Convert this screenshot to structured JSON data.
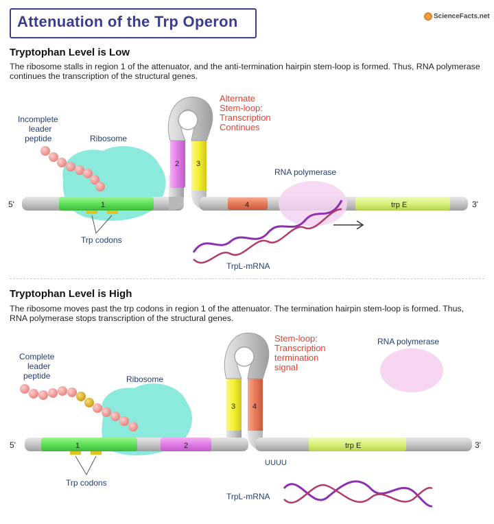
{
  "title": "Attenuation of the Trp Operon",
  "brand": "ScienceFacts.net",
  "colors": {
    "title": "#3b3b8f",
    "red_text": "#e8402a",
    "region1": "#5fe05a",
    "region2": "#e07ae6",
    "region3": "#f4ef2c",
    "region4": "#e77a58",
    "trpE": "#d9f27a",
    "ribosome": "#7ee8d8",
    "polymerase": "#f5d2f0",
    "peptide": "#f39a96",
    "trp_bead": "#e0b426",
    "rna": "#8e2fb0"
  },
  "low": {
    "heading": "Tryptophan Level is Low",
    "text": "The ribosome stalls in region 1 of the attenuator, and the anti-termination hairpin stem-loop is formed. Thus, RNA polymerase continues the transcription of the structural genes.",
    "peptide_label": [
      "Incomplete",
      "leader",
      "peptide"
    ],
    "ribosome_label": "Ribosome",
    "loop_label": [
      "Alternate",
      "Stem-loop:",
      "Transcription",
      "Continues"
    ],
    "polymerase_label": "RNA polymerase",
    "codons_label": "Trp codons",
    "mrna_label": "TrpL-mRNA",
    "end5": "5'",
    "end3": "3'",
    "r1": "1",
    "r2": "2",
    "r3": "3",
    "r4": "4",
    "gene": "trp E"
  },
  "high": {
    "heading": "Tryptophan Level is High",
    "text": "The ribosome moves past the trp codons in region 1 of the attenuator. The termination hairpin stem-loop is formed. Thus, RNA polymerase stops transcription of the structural genes.",
    "peptide_label": [
      "Complete",
      "leader",
      "peptide"
    ],
    "ribosome_label": "Ribosome",
    "loop_label": [
      "Stem-loop:",
      "Transcription",
      "termination",
      "signal"
    ],
    "polymerase_label": "RNA polymerase",
    "codons_label": "Trp codons",
    "mrna_label": "TrpL-mRNA",
    "uuuu": "UUUU",
    "end5": "5'",
    "end3": "3'",
    "r1": "1",
    "r2": "2",
    "r3": "3",
    "r4": "4",
    "gene": "trp E"
  }
}
